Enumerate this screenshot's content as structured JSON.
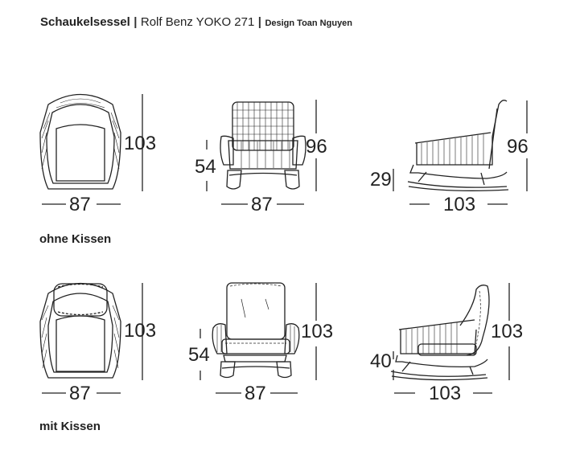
{
  "header": {
    "title": "Schaukelsessel",
    "separator": "|",
    "model": "Rolf Benz YOKO 271",
    "designer": "Design Toan Nguyen"
  },
  "sections": [
    {
      "label": "ohne Kissen",
      "views": [
        {
          "view": "top",
          "height": "103",
          "width": "87"
        },
        {
          "view": "front",
          "seat_height": "54",
          "height": "96",
          "width": "87"
        },
        {
          "view": "side",
          "seat_height": "29",
          "height": "96",
          "depth": "103"
        }
      ]
    },
    {
      "label": "mit Kissen",
      "views": [
        {
          "view": "top",
          "height": "103",
          "width": "87"
        },
        {
          "view": "front",
          "seat_height": "54",
          "height": "103",
          "width": "87"
        },
        {
          "view": "side",
          "seat_height": "40",
          "height": "103",
          "depth": "103"
        }
      ]
    }
  ],
  "colors": {
    "line": "#222222",
    "text": "#222222"
  }
}
